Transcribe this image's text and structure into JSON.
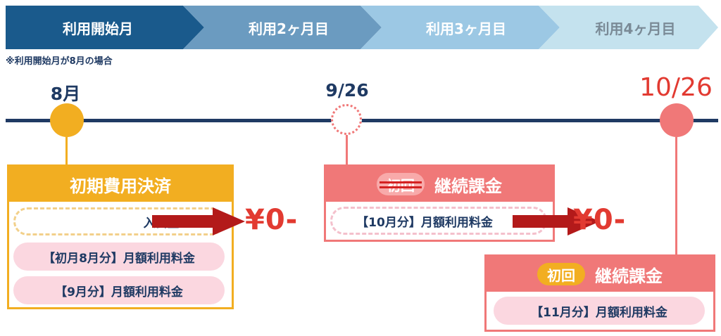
{
  "steps": [
    {
      "label": "利用開始月",
      "bg": "#1a5a8c",
      "color": "#ffffff"
    },
    {
      "label": "利用2ヶ月目",
      "bg": "#6b9bc0",
      "color": "#ffffff"
    },
    {
      "label": "利用3ヶ月目",
      "bg": "#9cc8e4",
      "color": "#ffffff"
    },
    {
      "label": "利用4ヶ月目",
      "bg": "#c4e2ee",
      "color": "#7a8a96"
    }
  ],
  "note": "※利用開始月が8月の場合",
  "timeline": {
    "date1": "8月",
    "date2": "9/26",
    "date3": "10/26"
  },
  "box1": {
    "header": "初期費用決済",
    "entry_fee": "入会金",
    "pill1": "【初月8月分】月額利用料金",
    "pill2": "【9月分】月額利用料金"
  },
  "box2": {
    "tag": "初回",
    "header": "継続課金",
    "pill": "【10月分】月額利用料金"
  },
  "box3": {
    "tag": "初回",
    "header": "継続課金",
    "pill": "【11月分】月額利用料金"
  },
  "yen1": "¥0-",
  "yen2": "¥0-",
  "colors": {
    "navy": "#1f3a63",
    "orange": "#f2ae21",
    "pink": "#f07878",
    "light_pink": "#fbd7e0",
    "red": "#e23a31",
    "dark_red": "#b31a1a"
  }
}
